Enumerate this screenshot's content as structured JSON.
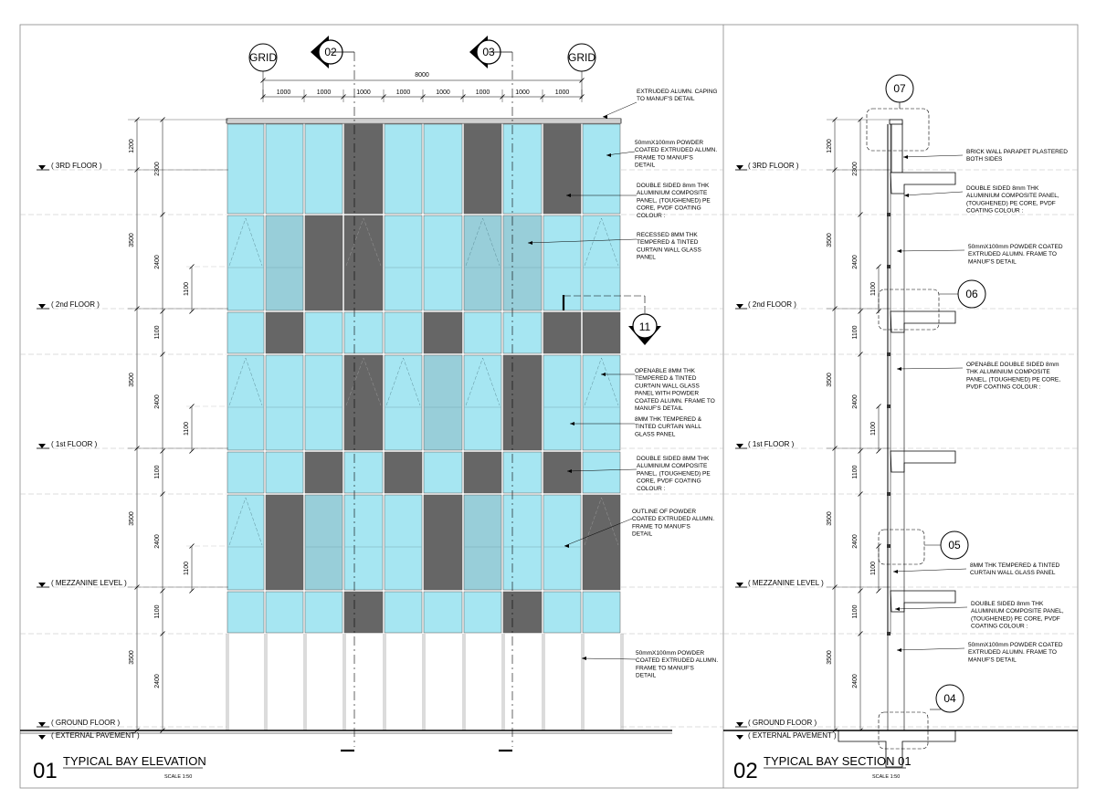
{
  "sheet": {
    "elevation": {
      "number": "01",
      "title": "TYPICAL BAY ELEVATION",
      "scale": "SCALE   1:50",
      "grid_label": "GRID",
      "overall_width": "8000",
      "bay_widths": [
        "1000",
        "1000",
        "1000",
        "1000",
        "1000",
        "1000",
        "1000",
        "1000"
      ],
      "section_markers": [
        "02",
        "03"
      ],
      "detail_marker": "11",
      "levels": [
        "( 3RD FLOOR )",
        "( 2nd FLOOR )",
        "( 1st FLOOR )",
        "( MEZZANINE LEVEL )",
        "( GROUND FLOOR )",
        "( EXTERNAL PAVEMENT )"
      ],
      "heights": {
        "top": "1200",
        "storey": "3500",
        "window": "2400",
        "spandrel": "1100",
        "sill": "1100",
        "parapet": "2300"
      },
      "notes": [
        "EXTRUDED ALUMN. CAPING TO MANUF'S DETAIL",
        "50mmX100mm POWDER COATED EXTRUDED ALUMN. FRAME TO MANUF'S DETAIL",
        "DOUBLE SIDED 8mm THK ALUMINIUM COMPOSITE PANEL, (TOUGHENED) PE CORE, PVDF COATING COLOUR :",
        "RECESSED 8MM THK TEMPERED & TINTED CURTAIN WALL GLASS PANEL",
        "OPENABLE 8MM THK TEMPERED & TINTED CURTAIN WALL GLASS PANEL WITH POWDER COATED ALUMN. FRAME TO MANUF'S DETAIL",
        "8MM THK TEMPERED & TINTED CURTAIN WALL GLASS PANEL",
        "DOUBLE SIDED 8MM THK ALUMINIUM COMPOSITE PANEL, (TOUGHENED) PE CORE, PVDF COATING COLOUR :",
        "OUTLINE OF POWDER COATED EXTRUDED ALUMN. FRAME TO MANUF'S DETAIL",
        "50mmX100mm POWDER COATED EXTRUDED ALUMN. FRAME TO MANUF'S DETAIL"
      ]
    },
    "section": {
      "number": "02",
      "title": "TYPICAL BAY SECTION 01",
      "scale": "SCALE   1:50",
      "detail_tags": [
        "07",
        "06",
        "05",
        "04"
      ],
      "levels": [
        "( 3RD FLOOR )",
        "( 2nd FLOOR )",
        "( 1st FLOOR )",
        "( MEZZANINE LEVEL )",
        "( GROUND FLOOR )",
        "( EXTERNAL PAVEMENT )"
      ],
      "heights": {
        "top": "1200",
        "storey": "3500",
        "window": "2400",
        "spandrel": "1100",
        "sill": "1100",
        "parapet": "2300"
      },
      "notes": [
        "BRICK WALL PARAPET PLASTERED BOTH SIDES",
        "DOUBLE SIDED 8mm THK ALUMINIUM COMPOSITE PANEL, (TOUGHENED) PE CORE, PVDF COATING COLOUR :",
        "50mmX100mm POWDER COATED EXTRUDED ALUMN. FRAME TO MANUF'S DETAIL",
        "OPENABLE DOUBLE SIDED 8mm THK ALUMINIUM COMPOSITE PANEL, (TOUGHENED) PE CORE, PVDF COATING COLOUR :",
        "8MM THK TEMPERED & TINTED CURTAIN WALL GLASS PANEL",
        "DOUBLE SIDED 8mm THK ALUMINIUM COMPOSITE PANEL, (TOUGHENED) PE CORE, PVDF COATING COLOUR :",
        "50mmX100mm POWDER COATED EXTRUDED ALUMN. FRAME TO MANUF'S DETAIL"
      ]
    },
    "colors": {
      "glass": "#a6e6f2",
      "recessed_glass": "#98ced9",
      "panel": "#666666",
      "line": "#000000",
      "guide": "#bdbdbd"
    }
  }
}
